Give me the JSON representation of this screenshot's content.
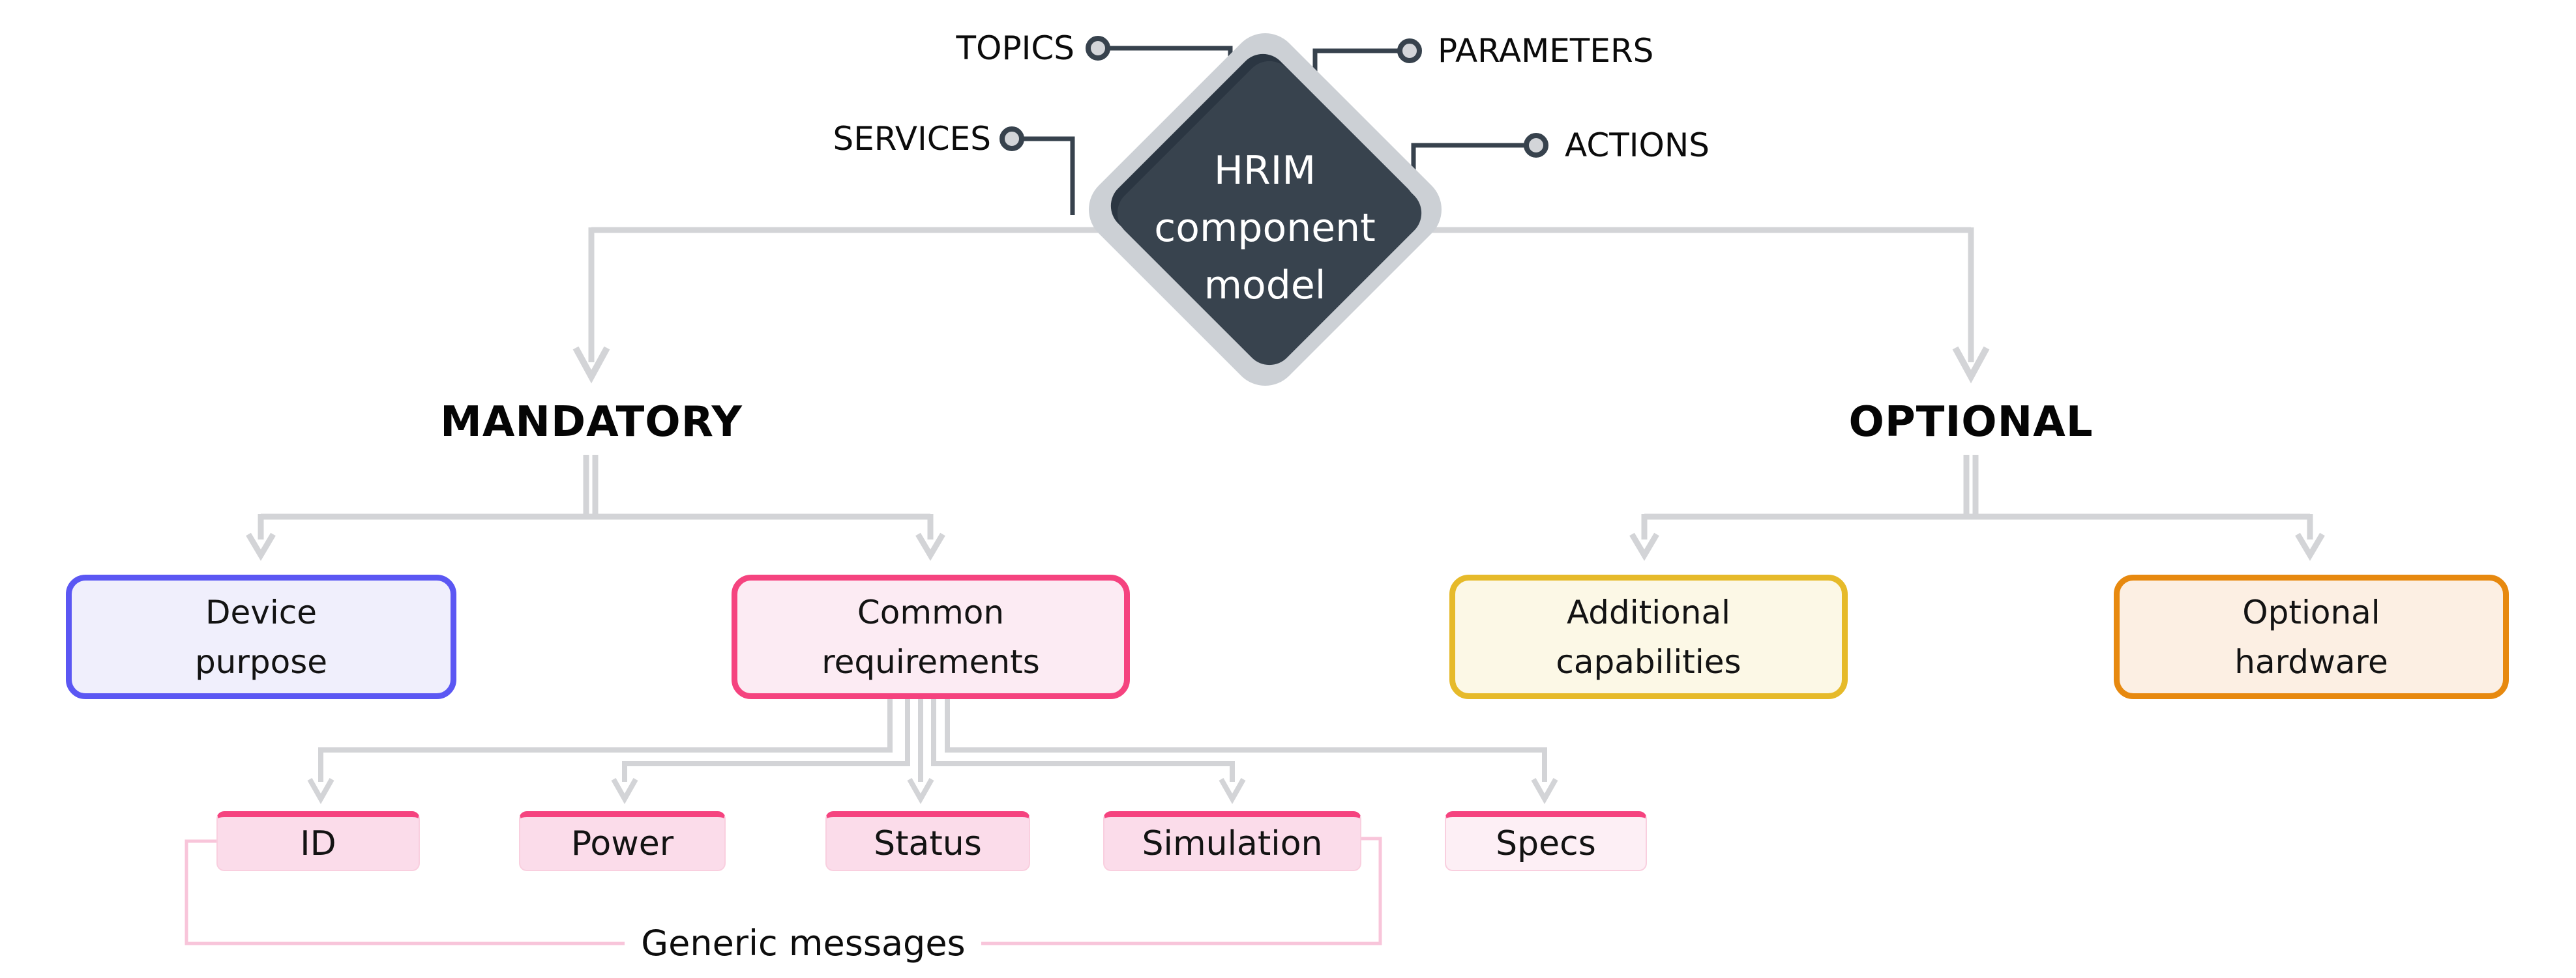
{
  "diamond": {
    "line1": "HRIM",
    "line2": "component",
    "line3": "model"
  },
  "callouts": {
    "topics": "TOPICS",
    "services": "SERVICES",
    "parameters": "PARAMETERS",
    "actions": "ACTIONS"
  },
  "sections": {
    "mandatory": "MANDATORY",
    "optional": "OPTIONAL"
  },
  "mandatory_children": {
    "device_purpose": {
      "line1": "Device",
      "line2": "purpose"
    },
    "common_requirements": {
      "line1": "Common",
      "line2": "requirements"
    }
  },
  "optional_children": {
    "additional_capabilities": {
      "line1": "Additional",
      "line2": "capabilities"
    },
    "optional_hardware": {
      "line1": "Optional",
      "line2": "hardware"
    }
  },
  "common_requirement_items": [
    "ID",
    "Power",
    "Status",
    "Simulation",
    "Specs"
  ],
  "footer": {
    "generic_messages": "Generic messages"
  },
  "colors": {
    "diamond_fill": "#38434e",
    "diamond_bevel": "#2b3642",
    "diamond_outline": "#ccd0d5",
    "callout_wire": "#37424d",
    "tree_wire": "#d3d4d7",
    "pink_accent": "#f5437f",
    "pink_wire": "#f8c5da",
    "pink_fill": "#fbdcea",
    "specs_fill": "#fdeff5",
    "indigo_accent": "#5b57f3",
    "indigo_fill": "#f0effc",
    "yellow_accent": "#e6ba2a",
    "yellow_fill": "#fcf8e6",
    "orange_accent": "#e7890f",
    "orange_fill": "#fcefe3"
  }
}
